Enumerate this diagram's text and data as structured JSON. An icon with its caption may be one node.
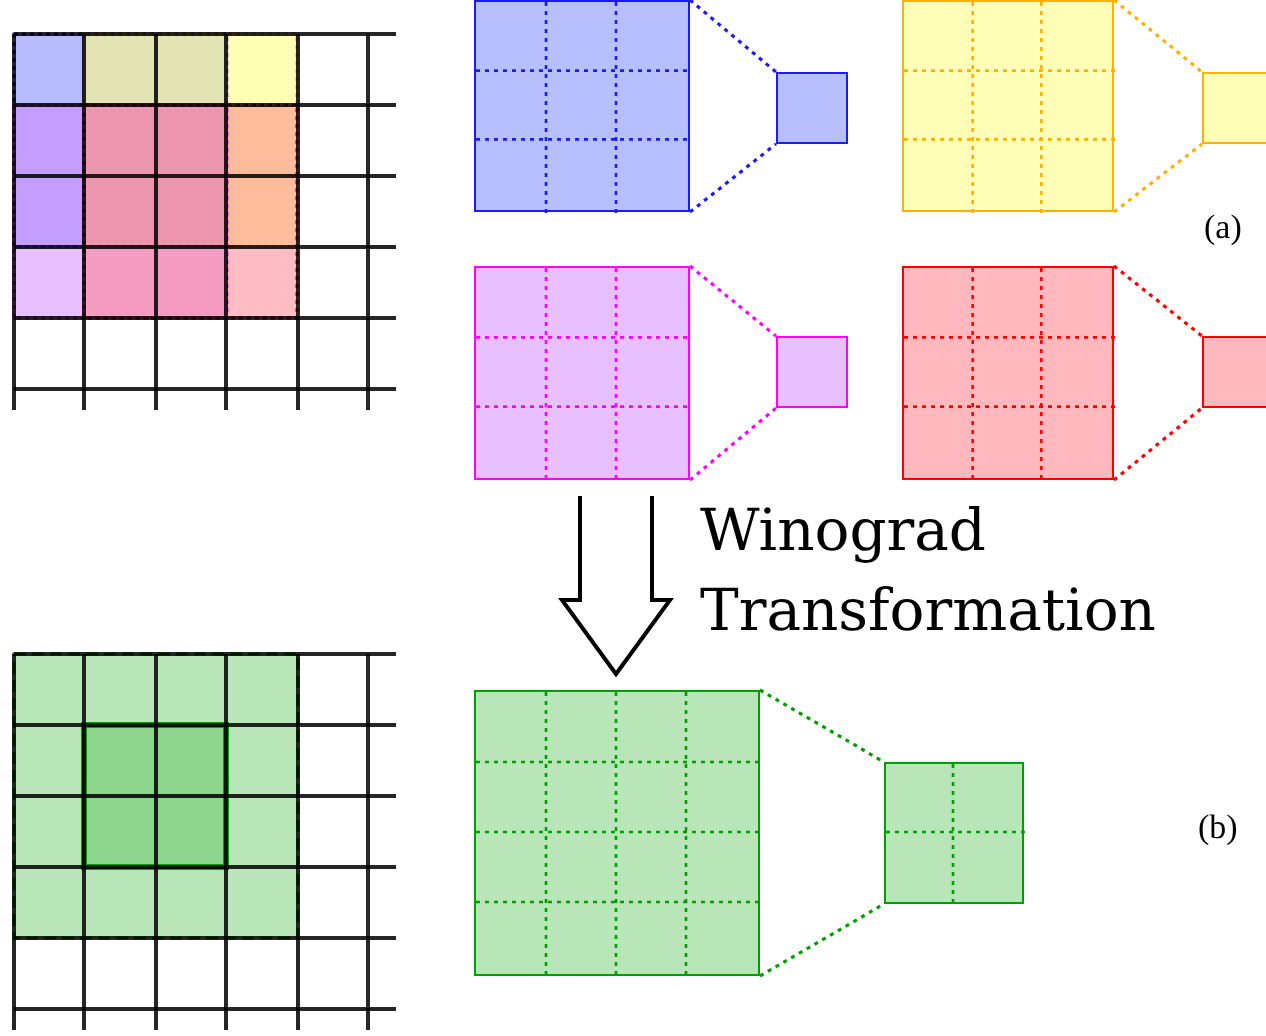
{
  "diagram": {
    "nodes": [
      {
        "text": [],
        "shape": "box"
      },
      {
        "text": [],
        "shape": "box"
      },
      {
        "text": [],
        "shape": "box"
      },
      {
        "text": [],
        "shape": "box"
      },
      {
        "text": [],
        "shape": "box"
      },
      {
        "text": [],
        "shape": "box"
      },
      {
        "text": [],
        "shape": "box"
      },
      {
        "text": [],
        "shape": "box"
      },
      {
        "text": [],
        "shape": "box"
      },
      {
        "text": [],
        "shape": "box"
      }
    ],
    "edges": [
      {
        "from": 0,
        "to": 1,
        "arrow": "none",
        "style": "dashed",
        "color": "#1a1aff"
      },
      {
        "from": 0,
        "to": 1,
        "arrow": "none",
        "style": "dashed",
        "color": "#1a1aff"
      },
      {
        "from": 2,
        "to": 3,
        "arrow": "none",
        "style": "dashed",
        "color": "#ffb000"
      },
      {
        "from": 2,
        "to": 3,
        "arrow": "none",
        "style": "dashed",
        "color": "#ffb000"
      },
      {
        "from": 4,
        "to": 5,
        "arrow": "none",
        "style": "dashed",
        "color": "#ff00ff"
      },
      {
        "from": 4,
        "to": 5,
        "arrow": "none",
        "style": "dashed",
        "color": "#ff00ff"
      },
      {
        "from": 6,
        "to": 7,
        "arrow": "none",
        "style": "dashed",
        "color": "#ff0000"
      },
      {
        "from": 6,
        "to": 7,
        "arrow": "none",
        "style": "dashed",
        "color": "#ff0000"
      },
      {
        "from": null,
        "to": 8,
        "arrow": "to",
        "style": "thick",
        "label": "Winograd Transformation"
      },
      {
        "from": 8,
        "to": 9,
        "arrow": "none",
        "style": "dashed",
        "color": "#00a000"
      },
      {
        "from": 8,
        "to": 9,
        "arrow": "none",
        "style": "dashed",
        "color": "#00a000"
      }
    ],
    "labels": [
      "(a)",
      "(b)"
    ]
  }
}
